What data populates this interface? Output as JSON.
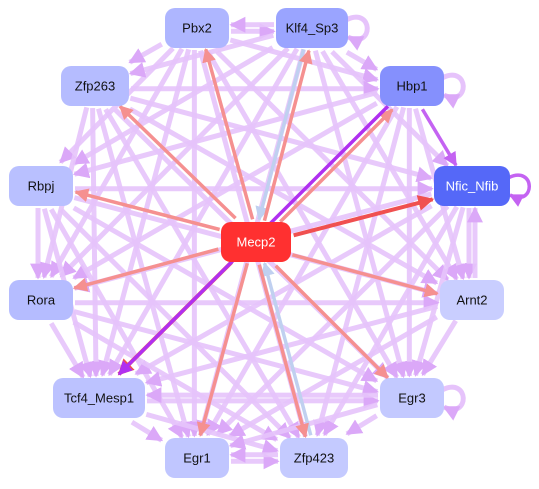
{
  "colors": {
    "lilac": "#e6c3fb",
    "lilac_arrow": "#dba8f8",
    "purple": "#b030f0",
    "purple_mid": "#c463f2",
    "red": "#f05050",
    "salmon": "#f59090",
    "light_blue": "#c0d0f0",
    "hub_fill": "#ff3030",
    "node_text_dark": "#111111",
    "node_text_light": "#ffffff"
  },
  "nodes": [
    {
      "id": "pbx2",
      "label": "Pbx2",
      "fill": "#aeb6ff",
      "text": "dark"
    },
    {
      "id": "klf4",
      "label": "Klf4_Sp3",
      "fill": "#9aa4ff",
      "text": "dark"
    },
    {
      "id": "zfp263",
      "label": "Zfp263",
      "fill": "#b5bcff",
      "text": "dark"
    },
    {
      "id": "hbp1",
      "label": "Hbp1",
      "fill": "#8590fd",
      "text": "dark"
    },
    {
      "id": "rbpj",
      "label": "Rbpj",
      "fill": "#b9c0ff",
      "text": "dark"
    },
    {
      "id": "nfic",
      "label": "Nfic_Nfib",
      "fill": "#5568f8",
      "text": "light"
    },
    {
      "id": "mecp2",
      "label": "Mecp2",
      "fill": "#ff3030",
      "text": "light"
    },
    {
      "id": "rora",
      "label": "Rora",
      "fill": "#b5bcff",
      "text": "dark"
    },
    {
      "id": "arnt2",
      "label": "Arnt2",
      "fill": "#c9ceff",
      "text": "dark"
    },
    {
      "id": "tcf4",
      "label": "Tcf4_Mesp1",
      "fill": "#bcc2ff",
      "text": "dark"
    },
    {
      "id": "egr3",
      "label": "Egr3",
      "fill": "#c3c9ff",
      "text": "dark"
    },
    {
      "id": "egr1",
      "label": "Egr1",
      "fill": "#c0c6ff",
      "text": "dark"
    },
    {
      "id": "zfp423",
      "label": "Zfp423",
      "fill": "#c4caff",
      "text": "dark"
    }
  ],
  "edges": [
    {
      "from": "pbx2",
      "to": "klf4",
      "kind": "lilac"
    },
    {
      "from": "klf4",
      "to": "pbx2",
      "kind": "lilac"
    },
    {
      "from": "pbx2",
      "to": "zfp263",
      "kind": "lilac"
    },
    {
      "from": "pbx2",
      "to": "hbp1",
      "kind": "lilac"
    },
    {
      "from": "pbx2",
      "to": "rbpj",
      "kind": "lilac"
    },
    {
      "from": "pbx2",
      "to": "tcf4",
      "kind": "lilac"
    },
    {
      "from": "pbx2",
      "to": "egr1",
      "kind": "lilac"
    },
    {
      "from": "pbx2",
      "to": "zfp423",
      "kind": "lilac"
    },
    {
      "from": "pbx2",
      "to": "egr3",
      "kind": "lilac"
    },
    {
      "from": "pbx2",
      "to": "arnt2",
      "kind": "lilac"
    },
    {
      "from": "pbx2",
      "to": "rora",
      "kind": "lilac"
    },
    {
      "from": "klf4",
      "to": "zfp263",
      "kind": "lilac"
    },
    {
      "from": "klf4",
      "to": "hbp1",
      "kind": "lilac"
    },
    {
      "from": "klf4",
      "to": "nfic",
      "kind": "lilac"
    },
    {
      "from": "klf4",
      "to": "rbpj",
      "kind": "lilac"
    },
    {
      "from": "klf4",
      "to": "rora",
      "kind": "lilac"
    },
    {
      "from": "klf4",
      "to": "tcf4",
      "kind": "lilac"
    },
    {
      "from": "klf4",
      "to": "egr1",
      "kind": "lilac"
    },
    {
      "from": "klf4",
      "to": "egr3",
      "kind": "lilac"
    },
    {
      "from": "klf4",
      "to": "arnt2",
      "kind": "lilac"
    },
    {
      "from": "zfp263",
      "to": "rora",
      "kind": "lilac"
    },
    {
      "from": "zfp263",
      "to": "tcf4",
      "kind": "lilac"
    },
    {
      "from": "zfp263",
      "to": "egr1",
      "kind": "lilac"
    },
    {
      "from": "zfp263",
      "to": "zfp423",
      "kind": "lilac"
    },
    {
      "from": "zfp263",
      "to": "egr3",
      "kind": "lilac"
    },
    {
      "from": "zfp263",
      "to": "nfic",
      "kind": "lilac"
    },
    {
      "from": "zfp263",
      "to": "hbp1",
      "kind": "lilac"
    },
    {
      "from": "zfp263",
      "to": "arnt2",
      "kind": "lilac"
    },
    {
      "from": "hbp1",
      "to": "rbpj",
      "kind": "lilac"
    },
    {
      "from": "hbp1",
      "to": "rora",
      "kind": "lilac"
    },
    {
      "from": "hbp1",
      "to": "egr1",
      "kind": "lilac"
    },
    {
      "from": "hbp1",
      "to": "zfp423",
      "kind": "lilac"
    },
    {
      "from": "hbp1",
      "to": "egr3",
      "kind": "lilac"
    },
    {
      "from": "hbp1",
      "to": "arnt2",
      "kind": "lilac"
    },
    {
      "from": "rbpj",
      "to": "nfic",
      "kind": "lilac"
    },
    {
      "from": "rbpj",
      "to": "rora",
      "kind": "lilac"
    },
    {
      "from": "rbpj",
      "to": "tcf4",
      "kind": "lilac"
    },
    {
      "from": "rbpj",
      "to": "egr3",
      "kind": "lilac"
    },
    {
      "from": "rbpj",
      "to": "egr1",
      "kind": "lilac"
    },
    {
      "from": "rbpj",
      "to": "zfp423",
      "kind": "lilac"
    },
    {
      "from": "rbpj",
      "to": "arnt2",
      "kind": "lilac"
    },
    {
      "from": "nfic",
      "to": "rora",
      "kind": "lilac"
    },
    {
      "from": "nfic",
      "to": "arnt2",
      "kind": "lilac"
    },
    {
      "from": "arnt2",
      "to": "nfic",
      "kind": "lilac"
    },
    {
      "from": "nfic",
      "to": "tcf4",
      "kind": "lilac"
    },
    {
      "from": "nfic",
      "to": "egr1",
      "kind": "lilac"
    },
    {
      "from": "nfic",
      "to": "egr3",
      "kind": "lilac"
    },
    {
      "from": "nfic",
      "to": "zfp423",
      "kind": "lilac"
    },
    {
      "from": "rora",
      "to": "arnt2",
      "kind": "lilac"
    },
    {
      "from": "rora",
      "to": "tcf4",
      "kind": "lilac"
    },
    {
      "from": "rora",
      "to": "egr3",
      "kind": "lilac"
    },
    {
      "from": "rora",
      "to": "zfp423",
      "kind": "lilac"
    },
    {
      "from": "arnt2",
      "to": "tcf4",
      "kind": "lilac"
    },
    {
      "from": "arnt2",
      "to": "egr1",
      "kind": "lilac"
    },
    {
      "from": "arnt2",
      "to": "egr3",
      "kind": "lilac"
    },
    {
      "from": "tcf4",
      "to": "egr1",
      "kind": "lilac"
    },
    {
      "from": "tcf4",
      "to": "zfp423",
      "kind": "lilac"
    },
    {
      "from": "tcf4",
      "to": "egr3",
      "kind": "lilac"
    },
    {
      "from": "egr3",
      "to": "egr1",
      "kind": "lilac"
    },
    {
      "from": "egr3",
      "to": "zfp423",
      "kind": "lilac"
    },
    {
      "from": "egr3",
      "to": "tcf4",
      "kind": "lilac"
    },
    {
      "from": "egr1",
      "to": "zfp423",
      "kind": "lilac"
    },
    {
      "from": "zfp423",
      "to": "egr1",
      "kind": "lilac"
    },
    {
      "from": "hbp1",
      "to": "nfic",
      "kind": "purple_mid"
    },
    {
      "from": "hbp1",
      "to": "tcf4",
      "kind": "purple"
    },
    {
      "from": "mecp2",
      "to": "pbx2",
      "kind": "salmon"
    },
    {
      "from": "mecp2",
      "to": "klf4",
      "kind": "salmon"
    },
    {
      "from": "klf4",
      "to": "mecp2",
      "kind": "light_blue"
    },
    {
      "from": "mecp2",
      "to": "zfp263",
      "kind": "salmon"
    },
    {
      "from": "mecp2",
      "to": "hbp1",
      "kind": "salmon"
    },
    {
      "from": "mecp2",
      "to": "nfic",
      "kind": "red"
    },
    {
      "from": "mecp2",
      "to": "rbpj",
      "kind": "salmon"
    },
    {
      "from": "mecp2",
      "to": "rora",
      "kind": "salmon"
    },
    {
      "from": "mecp2",
      "to": "arnt2",
      "kind": "salmon"
    },
    {
      "from": "mecp2",
      "to": "tcf4",
      "kind": "red"
    },
    {
      "from": "mecp2",
      "to": "egr3",
      "kind": "salmon"
    },
    {
      "from": "mecp2",
      "to": "egr1",
      "kind": "salmon"
    },
    {
      "from": "mecp2",
      "to": "zfp423",
      "kind": "salmon"
    },
    {
      "from": "zfp423",
      "to": "mecp2",
      "kind": "light_blue"
    }
  ],
  "self_loops": [
    {
      "node": "klf4",
      "kind": "lilac"
    },
    {
      "node": "hbp1",
      "kind": "lilac"
    },
    {
      "node": "nfic",
      "kind": "purple_mid"
    },
    {
      "node": "egr3",
      "kind": "lilac"
    }
  ]
}
